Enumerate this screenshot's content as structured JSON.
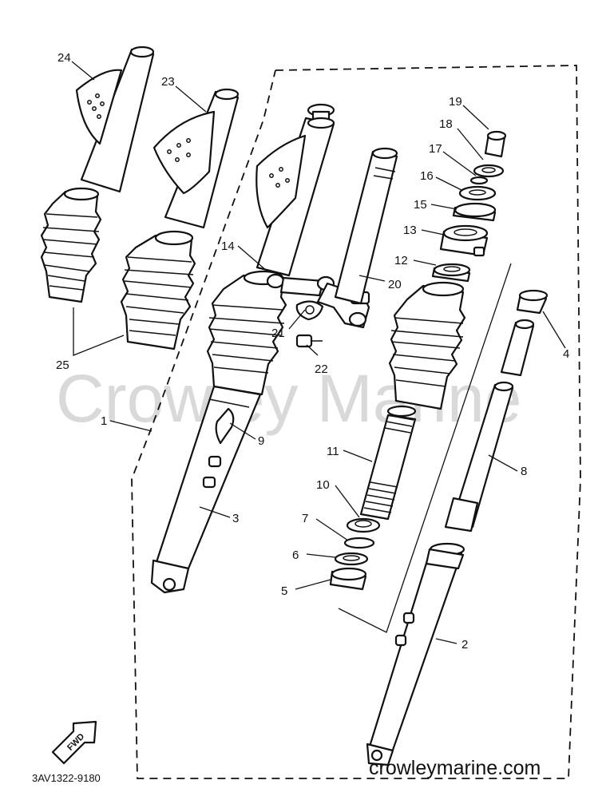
{
  "watermark": "Crowley Marine",
  "footer": {
    "diagram_code": "3AV1322-9180",
    "website": "crowleymarine.com"
  },
  "fwd_label": "FWD",
  "callouts": [
    {
      "id": "c1",
      "label": "1"
    },
    {
      "id": "c2",
      "label": "2"
    },
    {
      "id": "c3",
      "label": "3"
    },
    {
      "id": "c4",
      "label": "4"
    },
    {
      "id": "c5",
      "label": "5"
    },
    {
      "id": "c6",
      "label": "6"
    },
    {
      "id": "c7",
      "label": "7"
    },
    {
      "id": "c8",
      "label": "8"
    },
    {
      "id": "c9",
      "label": "9"
    },
    {
      "id": "c10",
      "label": "10"
    },
    {
      "id": "c11",
      "label": "11"
    },
    {
      "id": "c12",
      "label": "12"
    },
    {
      "id": "c13",
      "label": "13"
    },
    {
      "id": "c14",
      "label": "14"
    },
    {
      "id": "c15",
      "label": "15"
    },
    {
      "id": "c16",
      "label": "16"
    },
    {
      "id": "c17",
      "label": "17"
    },
    {
      "id": "c18",
      "label": "18"
    },
    {
      "id": "c19",
      "label": "19"
    },
    {
      "id": "c20",
      "label": "20"
    },
    {
      "id": "c21",
      "label": "21"
    },
    {
      "id": "c22",
      "label": "22"
    },
    {
      "id": "c23",
      "label": "23"
    },
    {
      "id": "c24",
      "label": "24"
    },
    {
      "id": "c25",
      "label": "25"
    }
  ]
}
